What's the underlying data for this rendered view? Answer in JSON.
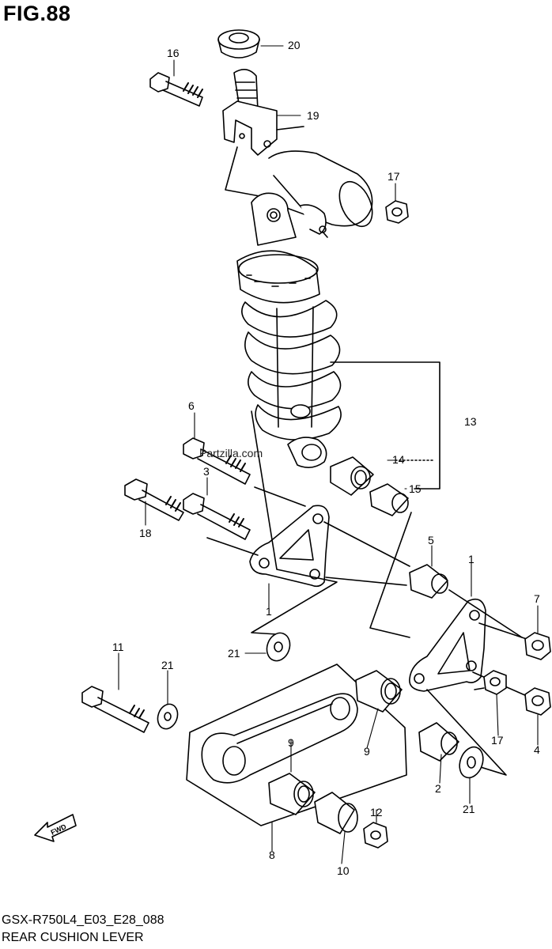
{
  "figure": {
    "title": "FIG.88"
  },
  "footer": {
    "code": "GSX-R750L4_E03_E28_088",
    "title": "REAR CUSHION LEVER"
  },
  "watermark": "Partzilla.com",
  "fwd_label": "FWD",
  "callouts": {
    "c20": "20",
    "c16": "16",
    "c19": "19",
    "c17a": "17",
    "c13": "13",
    "c6": "6",
    "c14": "14",
    "c15": "15",
    "c3": "3",
    "c18": "18",
    "c5": "5",
    "c1a": "1",
    "c1b": "1",
    "c7": "7",
    "c21a": "21",
    "c11": "11",
    "c21b": "21",
    "c9a": "9",
    "c9b": "9",
    "c17b": "17",
    "c4": "4",
    "c2": "2",
    "c21c": "21",
    "c12": "12",
    "c8": "8",
    "c10": "10"
  }
}
